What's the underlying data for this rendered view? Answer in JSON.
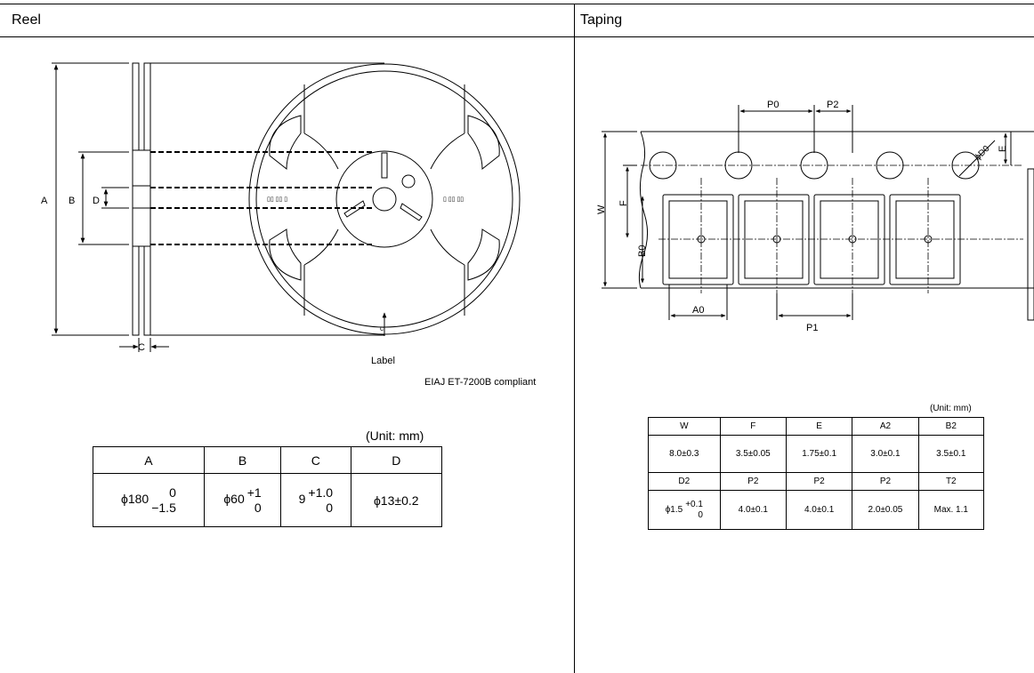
{
  "reel": {
    "title": "Reel",
    "labels": {
      "a": "A",
      "b": "B",
      "c": "C",
      "d": "D",
      "label": "Label"
    },
    "compliance": "EIAJ ET-7200B compliant",
    "unit": "(Unit: mm)",
    "table": {
      "headers": [
        "A",
        "B",
        "C",
        "D"
      ],
      "values": [
        {
          "main": "ϕ180",
          "upper": "0",
          "lower": "−1.5"
        },
        {
          "main": "ϕ60",
          "upper": "+1",
          "lower": "0"
        },
        {
          "main": "9",
          "upper": "+1.0",
          "lower": "0"
        },
        {
          "main": "ϕ13±0.2",
          "upper": "",
          "lower": ""
        }
      ]
    }
  },
  "taping": {
    "title": "Taping",
    "labels": {
      "p0": "P0",
      "p2": "P2",
      "p1": "P1",
      "a0": "A0",
      "b0": "B0",
      "w": "W",
      "f": "F",
      "e": "E",
      "d0": "ϕD0"
    },
    "unit": "(Unit: mm)",
    "table": {
      "row1_headers": [
        "W",
        "F",
        "E",
        "A2",
        "B2"
      ],
      "row1_values": [
        "8.0±0.3",
        "3.5±0.05",
        "1.75±0.1",
        "3.0±0.1",
        "3.5±0.1"
      ],
      "row2_headers": [
        "D2",
        "P2",
        "P2",
        "P2",
        "T2"
      ],
      "row2_values": [
        {
          "main": "ϕ1.5",
          "upper": "+0.1",
          "lower": "0"
        },
        {
          "main": "4.0±0.1"
        },
        {
          "main": "4.0±0.1"
        },
        {
          "main": "2.0±0.05"
        },
        {
          "main": "Max. 1.1"
        }
      ]
    }
  }
}
